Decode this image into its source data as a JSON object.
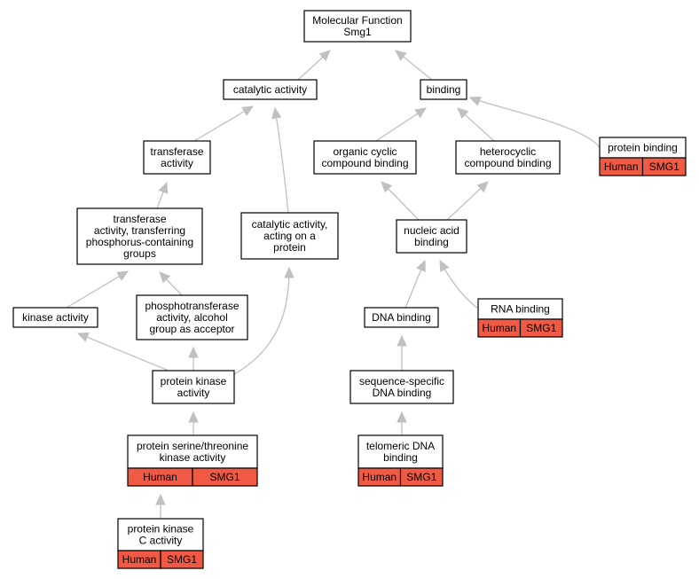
{
  "colors": {
    "node_border": "#000000",
    "node_fill": "#ffffff",
    "annotation_fill": "#f05a44",
    "edge": "#c0c0c0"
  },
  "nodes": [
    {
      "id": "molecular-function",
      "lines": [
        "Molecular Function",
        "Smg1"
      ]
    },
    {
      "id": "catalytic-activity",
      "lines": [
        "catalytic activity"
      ]
    },
    {
      "id": "binding",
      "lines": [
        "binding"
      ]
    },
    {
      "id": "transferase-activity",
      "lines": [
        "transferase",
        "activity"
      ]
    },
    {
      "id": "organic-cyclic-compound-binding",
      "lines": [
        "organic cyclic",
        "compound binding"
      ]
    },
    {
      "id": "heterocyclic-compound-binding",
      "lines": [
        "heterocyclic",
        "compound binding"
      ]
    },
    {
      "id": "protein-binding",
      "lines": [
        "protein binding"
      ],
      "annotation": [
        "Human",
        "SMG1"
      ]
    },
    {
      "id": "transferase-phosphorus",
      "lines": [
        "transferase",
        "activity, transferring",
        "phosphorus-containing",
        "groups"
      ]
    },
    {
      "id": "catalytic-activity-on-protein",
      "lines": [
        "catalytic activity,",
        "acting on a",
        "protein"
      ]
    },
    {
      "id": "nucleic-acid-binding",
      "lines": [
        "nucleic acid",
        "binding"
      ]
    },
    {
      "id": "kinase-activity",
      "lines": [
        "kinase activity"
      ]
    },
    {
      "id": "phosphotransferase-alcohol",
      "lines": [
        "phosphotransferase",
        "activity, alcohol",
        "group as acceptor"
      ]
    },
    {
      "id": "dna-binding",
      "lines": [
        "DNA binding"
      ]
    },
    {
      "id": "rna-binding",
      "lines": [
        "RNA binding"
      ],
      "annotation": [
        "Human",
        "SMG1"
      ]
    },
    {
      "id": "protein-kinase-activity",
      "lines": [
        "protein kinase",
        "activity"
      ]
    },
    {
      "id": "sequence-specific-dna-binding",
      "lines": [
        "sequence-specific",
        "DNA binding"
      ]
    },
    {
      "id": "protein-serine-threonine-kinase",
      "lines": [
        "protein serine/threonine",
        "kinase activity"
      ],
      "annotation": [
        "Human",
        "SMG1"
      ]
    },
    {
      "id": "telomeric-dna-binding",
      "lines": [
        "telomeric DNA",
        "binding"
      ],
      "annotation": [
        "Human",
        "SMG1"
      ]
    },
    {
      "id": "protein-kinase-c-activity",
      "lines": [
        "protein kinase",
        "C activity"
      ],
      "annotation": [
        "Human",
        "SMG1"
      ]
    }
  ],
  "edges": [
    {
      "from": "catalytic-activity",
      "to": "molecular-function"
    },
    {
      "from": "binding",
      "to": "molecular-function"
    },
    {
      "from": "transferase-activity",
      "to": "catalytic-activity"
    },
    {
      "from": "catalytic-activity-on-protein",
      "to": "catalytic-activity"
    },
    {
      "from": "organic-cyclic-compound-binding",
      "to": "binding"
    },
    {
      "from": "heterocyclic-compound-binding",
      "to": "binding"
    },
    {
      "from": "protein-binding",
      "to": "binding"
    },
    {
      "from": "transferase-phosphorus",
      "to": "transferase-activity"
    },
    {
      "from": "nucleic-acid-binding",
      "to": "organic-cyclic-compound-binding"
    },
    {
      "from": "nucleic-acid-binding",
      "to": "heterocyclic-compound-binding"
    },
    {
      "from": "kinase-activity",
      "to": "transferase-phosphorus"
    },
    {
      "from": "phosphotransferase-alcohol",
      "to": "transferase-phosphorus"
    },
    {
      "from": "dna-binding",
      "to": "nucleic-acid-binding"
    },
    {
      "from": "rna-binding",
      "to": "nucleic-acid-binding"
    },
    {
      "from": "protein-kinase-activity",
      "to": "kinase-activity"
    },
    {
      "from": "protein-kinase-activity",
      "to": "phosphotransferase-alcohol"
    },
    {
      "from": "protein-kinase-activity",
      "to": "catalytic-activity-on-protein"
    },
    {
      "from": "sequence-specific-dna-binding",
      "to": "dna-binding"
    },
    {
      "from": "protein-serine-threonine-kinase",
      "to": "protein-kinase-activity"
    },
    {
      "from": "telomeric-dna-binding",
      "to": "sequence-specific-dna-binding"
    },
    {
      "from": "protein-kinase-c-activity",
      "to": "protein-serine-threonine-kinase"
    }
  ]
}
